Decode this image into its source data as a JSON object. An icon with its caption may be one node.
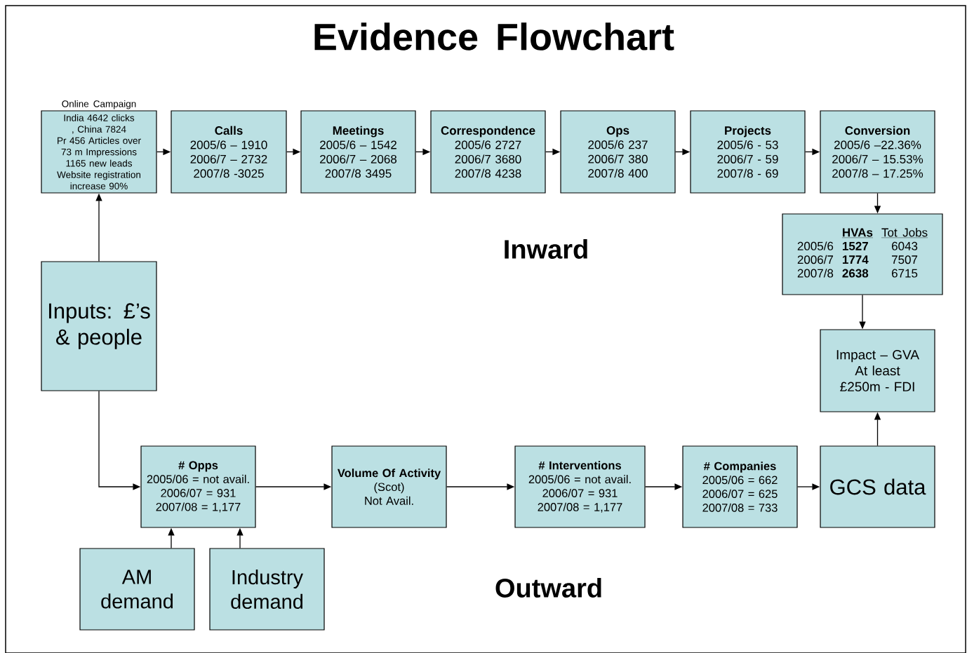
{
  "diagram": {
    "title": "Evidence Flowchart",
    "nodes": [
      {
        "text": [
          "Online Campaign",
          "India 4642 clicks , China 7824",
          "Pr 456 Articles over 73 m Impressions",
          "1165 new leads",
          "Website registration increase 90%"
        ]
      },
      {
        "text": [
          "Calls",
          "2005/6 – 1910",
          "2006/7 – 2732",
          "2007/8 -3025"
        ]
      },
      {
        "text": [
          "Meetings",
          "2005/6 – 1542",
          "2006/7 – 2068",
          "2007/8 3495"
        ]
      },
      {
        "text": [
          "Correspondence",
          "2005/6 2727",
          "2006/7 3680",
          "2007/8 4238"
        ]
      },
      {
        "text": [
          "Ops",
          "2005/6 237",
          "2006/7 380",
          "2007/8 400"
        ]
      },
      {
        "text": [
          "Projects",
          "2005/6 - 53",
          "2006/7 - 59",
          "2007/8 - 69"
        ]
      },
      {
        "text": [
          "Conversion",
          "2005/6 –22.36%",
          "2006/7 – 15.53%",
          "2007/8 – 17.25%"
        ]
      },
      {
        "text": [
          "HVAs",
          "Tot Jobs",
          "2005/6",
          "1527",
          "6043",
          "2006/7",
          "1774",
          "7507",
          "2007/8",
          "2638",
          "6715"
        ]
      },
      {
        "text": [
          "Impact – GVA",
          "At least £250m - FDI"
        ]
      },
      {
        "text": [
          "Inputs: £’s & people"
        ]
      },
      {
        "text": [
          "# Opps",
          "2005/06 = not avail.",
          "2006/07 = 931",
          "2007/08 = 1,177"
        ]
      },
      {
        "text": [
          "Volume Of Activity",
          "(Scot)",
          "Not Avail."
        ]
      },
      {
        "text": [
          "# Interventions",
          "2005/06 = not avail.",
          "2006/07 = 931",
          "2007/08 = 1,177"
        ]
      },
      {
        "text": [
          "# Companies",
          "2005/06 = 662",
          "2006/07 = 625",
          "2007/08 = 733"
        ]
      },
      {
        "text": [
          "GCS data"
        ]
      },
      {
        "text": [
          "AM demand"
        ]
      },
      {
        "text": [
          "Industry demand"
        ]
      }
    ],
    "edges": [
      {
        "from": 0,
        "to": 1,
        "arrow": "to"
      },
      {
        "from": 1,
        "to": 2,
        "arrow": "to"
      },
      {
        "from": 2,
        "to": 3,
        "arrow": "to"
      },
      {
        "from": 3,
        "to": 4,
        "arrow": "to"
      },
      {
        "from": 4,
        "to": 5,
        "arrow": "to"
      },
      {
        "from": 5,
        "to": 6,
        "arrow": "to"
      },
      {
        "from": 6,
        "to": 7,
        "arrow": "to"
      },
      {
        "from": 7,
        "to": 8,
        "arrow": "to"
      },
      {
        "from": 9,
        "to": 0,
        "arrow": "to"
      },
      {
        "from": 9,
        "to": 10,
        "arrow": "to"
      },
      {
        "from": 10,
        "to": 11,
        "arrow": "to"
      },
      {
        "from": 11,
        "to": 12,
        "arrow": "to"
      },
      {
        "from": 12,
        "to": 13,
        "arrow": "to"
      },
      {
        "from": 13,
        "to": 14,
        "arrow": "to"
      },
      {
        "from": 14,
        "to": 8,
        "arrow": "to"
      },
      {
        "from": 15,
        "to": 10,
        "arrow": "to"
      },
      {
        "from": 16,
        "to": 10,
        "arrow": "to"
      }
    ],
    "labels": [
      "Inward",
      "Outward"
    ]
  }
}
